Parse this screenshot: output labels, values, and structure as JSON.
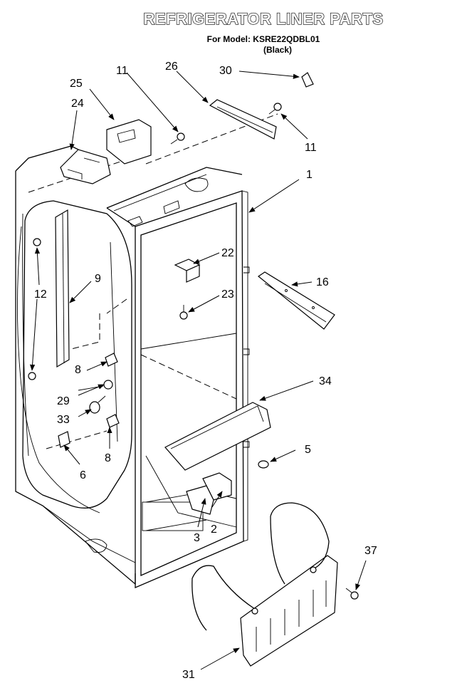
{
  "title": "REFRIGERATOR LINER PARTS",
  "model_line": "For Model: KSRE22QDBL01",
  "color_line": "(Black)",
  "callouts": [
    {
      "id": "1",
      "label": "1"
    },
    {
      "id": "2",
      "label": "2"
    },
    {
      "id": "3",
      "label": "3"
    },
    {
      "id": "5",
      "label": "5"
    },
    {
      "id": "6",
      "label": "6"
    },
    {
      "id": "8a",
      "label": "8"
    },
    {
      "id": "8b",
      "label": "8"
    },
    {
      "id": "9",
      "label": "9"
    },
    {
      "id": "11a",
      "label": "11"
    },
    {
      "id": "11b",
      "label": "11"
    },
    {
      "id": "12",
      "label": "12"
    },
    {
      "id": "16",
      "label": "16"
    },
    {
      "id": "22",
      "label": "22"
    },
    {
      "id": "23",
      "label": "23"
    },
    {
      "id": "24",
      "label": "24"
    },
    {
      "id": "25",
      "label": "25"
    },
    {
      "id": "26",
      "label": "26"
    },
    {
      "id": "29",
      "label": "29"
    },
    {
      "id": "30",
      "label": "30"
    },
    {
      "id": "31",
      "label": "31"
    },
    {
      "id": "33",
      "label": "33"
    },
    {
      "id": "34",
      "label": "34"
    },
    {
      "id": "37",
      "label": "37"
    }
  ]
}
